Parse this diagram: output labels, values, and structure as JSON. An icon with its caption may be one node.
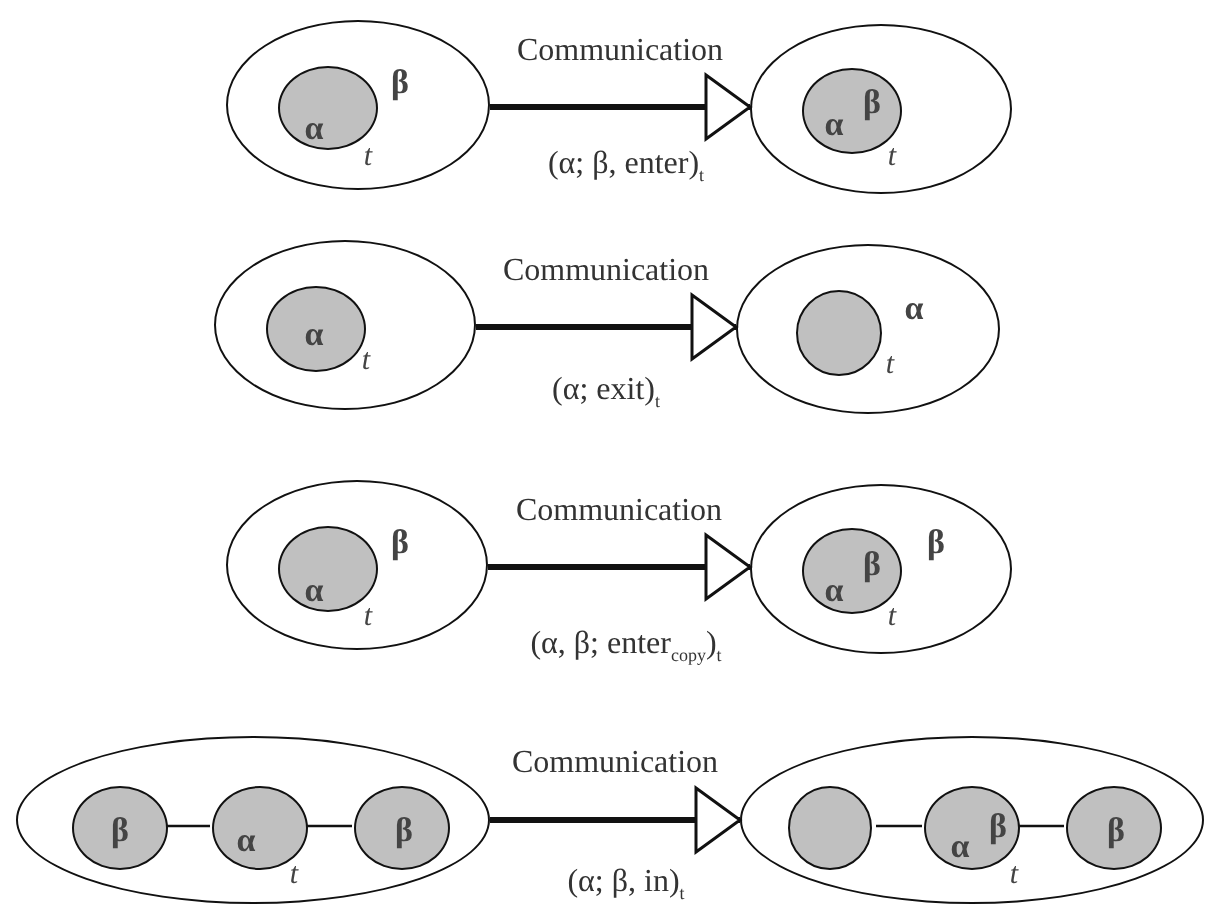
{
  "diagram": {
    "nodes": [
      {
        "text": [
          "β"
        ]
      },
      {
        "text": [
          "α"
        ],
        "in": 0,
        "beside": [
          "t"
        ]
      },
      {
        "text": [],
        "shape": "ellipse"
      },
      {
        "text": [
          "α",
          "β"
        ],
        "in": 2,
        "beside": [
          "t"
        ]
      },
      {
        "text": [],
        "shape": "ellipse"
      },
      {
        "text": [
          "α"
        ],
        "in": 4,
        "beside": [
          "t"
        ]
      },
      {
        "text": [
          "α"
        ]
      },
      {
        "text": [],
        "shape": "circle",
        "in": 6,
        "beside": [
          "t"
        ]
      },
      {
        "text": [
          "β"
        ]
      },
      {
        "text": [
          "α"
        ],
        "in": 8,
        "beside": [
          "t"
        ]
      },
      {
        "text": [
          "β"
        ]
      },
      {
        "text": [
          "α",
          "β"
        ],
        "in": 10,
        "beside": [
          "t"
        ]
      },
      {
        "text": [],
        "shape": "ellipse"
      },
      {
        "text": [
          "β"
        ],
        "in": 12
      },
      {
        "text": [
          "α"
        ],
        "in": 12,
        "beside": [
          "t"
        ]
      },
      {
        "text": [
          "β"
        ],
        "in": 12
      },
      {
        "text": [],
        "shape": "ellipse"
      },
      {
        "text": [],
        "shape": "circle",
        "in": 16
      },
      {
        "text": [
          "α",
          "β"
        ],
        "in": 16,
        "beside": [
          "t"
        ]
      },
      {
        "text": [
          "β"
        ],
        "in": 16
      }
    ],
    "edges": [
      {
        "from": 0,
        "to": 2,
        "arrow": "to",
        "label": "Communication",
        "style": "thick"
      },
      {
        "from": 4,
        "to": 6,
        "arrow": "to",
        "label": "Communication",
        "style": "thick"
      },
      {
        "from": 8,
        "to": 10,
        "arrow": "to",
        "label": "Communication",
        "style": "thick"
      },
      {
        "from": 12,
        "to": 16,
        "arrow": "to",
        "label": "Communication",
        "style": "thick"
      },
      {
        "from": 13,
        "to": 14,
        "arrow": "none"
      },
      {
        "from": 14,
        "to": 15,
        "arrow": "none"
      },
      {
        "from": 17,
        "to": 18,
        "arrow": "none"
      },
      {
        "from": 18,
        "to": 19,
        "arrow": "none"
      }
    ],
    "labels": [
      "(α; β, enter)$_{t}$",
      "(α; exit)$_{t}$",
      "(α, β; enter$_{copy}$)$_{t}$",
      "(α; β, in)$_{t}$"
    ]
  }
}
